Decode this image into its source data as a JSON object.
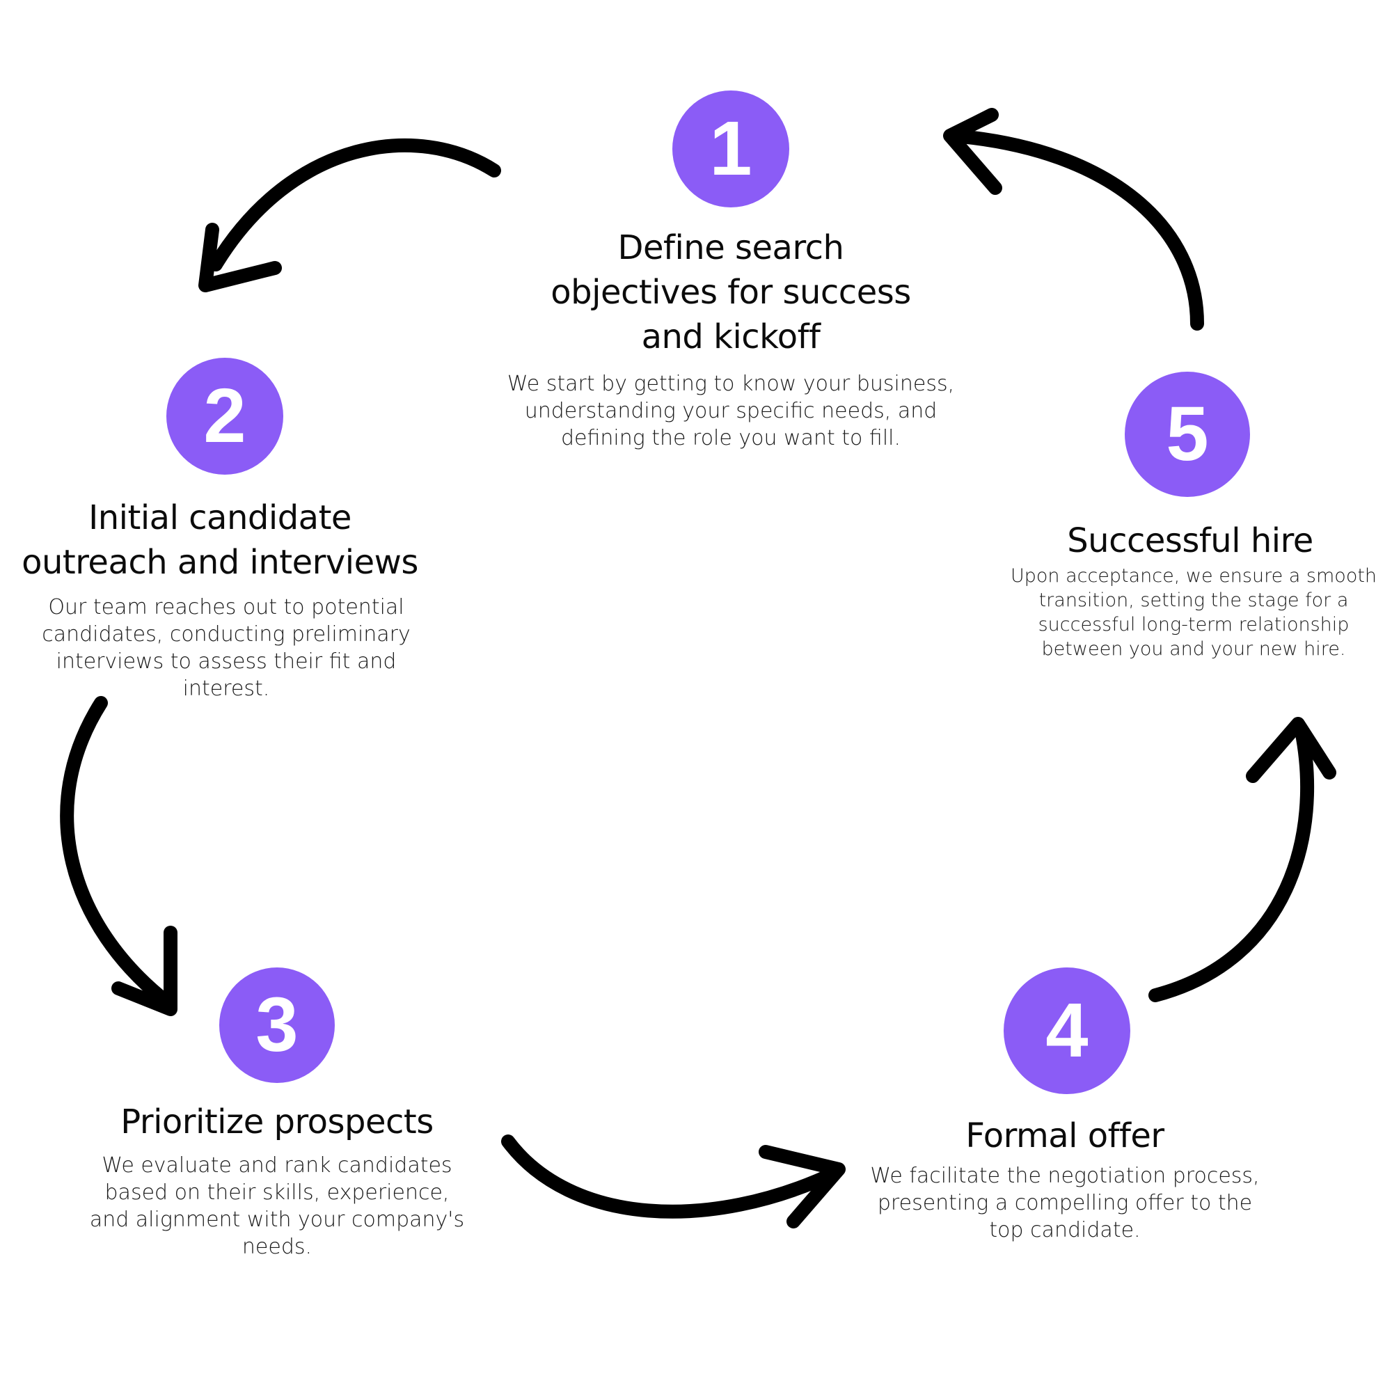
{
  "colors": {
    "accent": "#8b5cf6",
    "arrow": "#000000",
    "background": "#ffffff"
  },
  "steps": [
    {
      "number": "1",
      "title_lines": [
        "Define search",
        "objectives for success",
        "and kickoff"
      ],
      "description_lines": [
        "We start by getting to know your business,",
        "understanding your specific needs, and",
        "defining the role you want to fill."
      ]
    },
    {
      "number": "2",
      "title_lines": [
        "Initial candidate",
        "outreach and interviews"
      ],
      "description_lines": [
        "Our team reaches out to potential",
        "candidates, conducting preliminary",
        "interviews to assess their fit and",
        "interest."
      ]
    },
    {
      "number": "3",
      "title_lines": [
        "Prioritize prospects"
      ],
      "description_lines": [
        "We evaluate and rank candidates",
        "based on their skills, experience,",
        "and alignment with your company's",
        "needs."
      ]
    },
    {
      "number": "4",
      "title_lines": [
        "Formal offer"
      ],
      "description_lines": [
        "We facilitate the negotiation process,",
        "presenting a compelling offer to the",
        "top candidate."
      ]
    },
    {
      "number": "5",
      "title_lines": [
        "Successful hire"
      ],
      "description_lines": [
        "Upon acceptance, we ensure a smooth",
        "transition, setting the stage for a",
        "successful long-term relationship",
        "between you and your new hire."
      ]
    }
  ],
  "arrows": [
    {
      "from": "1",
      "to": "2"
    },
    {
      "from": "2",
      "to": "3"
    },
    {
      "from": "3",
      "to": "4"
    },
    {
      "from": "4",
      "to": "5"
    },
    {
      "from": "5",
      "to": "1"
    }
  ]
}
